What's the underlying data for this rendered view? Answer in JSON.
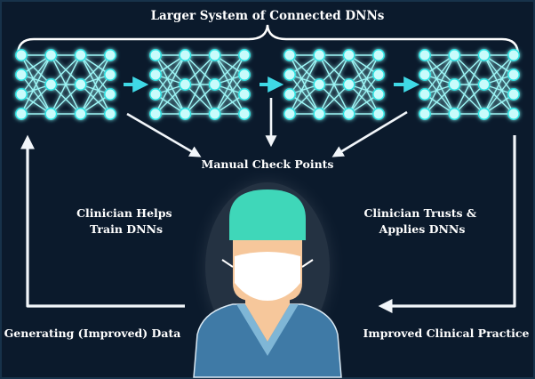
{
  "title": "Larger System of Connected DNNs",
  "checkpoint_label": "Manual Check Points",
  "left_label": [
    "Clinician Helps",
    "Train DNNs"
  ],
  "right_label": [
    "Clinician Trusts &",
    "Applies  DNNs"
  ],
  "bottom_left_label": "Generating (Improved) Data",
  "bottom_right_label": "Improved Clinical Practice",
  "networks": [
    {
      "name": "dnn-1",
      "layers": [
        4,
        3,
        3,
        4
      ]
    },
    {
      "name": "dnn-2",
      "layers": [
        4,
        3,
        3,
        4
      ]
    },
    {
      "name": "dnn-3",
      "layers": [
        4,
        3,
        3,
        4
      ]
    },
    {
      "name": "dnn-4",
      "layers": [
        4,
        3,
        3,
        4
      ]
    }
  ],
  "colors": {
    "background": "#0b1a2c",
    "border": "#17324a",
    "node": "#c8fbfb",
    "node_glow": "#27e3e3",
    "edge": "#9ef7f7",
    "chain_arrow": "#3fd9e6",
    "white_arrow": "#f2f6fa",
    "cap": "#3fd7b9",
    "skin": "#f6c79b",
    "mask": "#ffffff",
    "scrubs": "#3f7aa6",
    "collar": "#7fb6d6"
  }
}
